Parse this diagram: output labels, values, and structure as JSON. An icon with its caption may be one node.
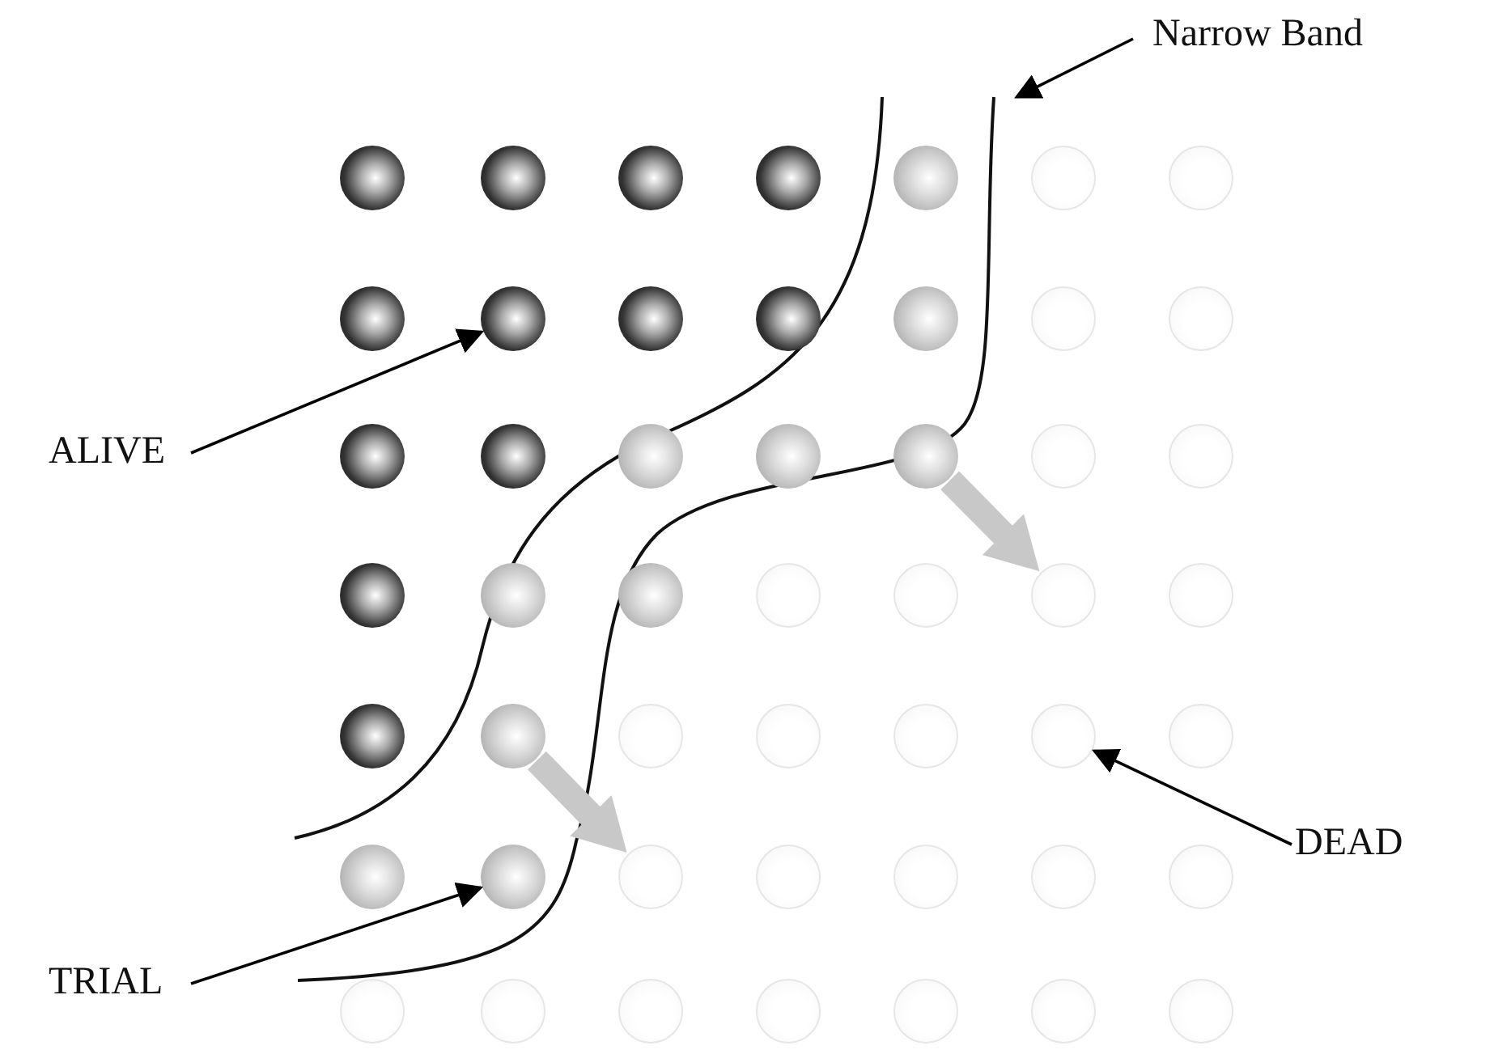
{
  "diagram": {
    "nodes": [
      {
        "text": [
          "Narrow Band"
        ]
      },
      {
        "text": [],
        "shape": "circle"
      },
      {
        "text": [],
        "shape": "circle"
      },
      {
        "text": [],
        "shape": "circle"
      },
      {
        "text": [],
        "shape": "circle"
      },
      {
        "text": [],
        "shape": "circle"
      },
      {
        "text": [],
        "shape": "circle"
      },
      {
        "text": [],
        "shape": "circle"
      },
      {
        "text": [],
        "shape": "circle"
      },
      {
        "text": [],
        "shape": "circle"
      },
      {
        "text": [],
        "shape": "circle"
      },
      {
        "text": [],
        "shape": "circle"
      },
      {
        "text": [],
        "shape": "circle"
      },
      {
        "text": [],
        "shape": "circle"
      },
      {
        "text": [],
        "shape": "circle"
      },
      {
        "text": [],
        "shape": "circle"
      },
      {
        "text": [],
        "shape": "circle"
      },
      {
        "text": [],
        "shape": "circle"
      },
      {
        "text": [],
        "shape": "circle"
      },
      {
        "text": [],
        "shape": "circle"
      },
      {
        "text": [],
        "shape": "circle"
      },
      {
        "text": [],
        "shape": "circle"
      },
      {
        "text": [],
        "shape": "circle"
      },
      {
        "text": [],
        "shape": "circle"
      },
      {
        "text": [],
        "shape": "circle"
      },
      {
        "text": [],
        "shape": "circle"
      },
      {
        "text": [],
        "shape": "circle"
      },
      {
        "text": [],
        "shape": "circle"
      },
      {
        "text": [],
        "shape": "circle"
      },
      {
        "text": [],
        "shape": "circle"
      },
      {
        "text": [],
        "shape": "circle"
      },
      {
        "text": [],
        "shape": "circle"
      },
      {
        "text": [],
        "shape": "circle"
      },
      {
        "text": [],
        "shape": "circle"
      },
      {
        "text": [],
        "shape": "circle"
      },
      {
        "text": [],
        "shape": "circle"
      },
      {
        "text": [],
        "shape": "circle"
      },
      {
        "text": [],
        "shape": "circle"
      },
      {
        "text": [],
        "shape": "circle"
      },
      {
        "text": [],
        "shape": "circle"
      },
      {
        "text": [],
        "shape": "circle"
      },
      {
        "text": [],
        "shape": "circle"
      },
      {
        "text": [],
        "shape": "circle"
      },
      {
        "text": [],
        "shape": "circle"
      },
      {
        "text": [],
        "shape": "circle"
      },
      {
        "text": [],
        "shape": "circle"
      },
      {
        "text": [],
        "shape": "circle"
      },
      {
        "text": [],
        "shape": "circle"
      },
      {
        "text": [],
        "shape": "circle"
      },
      {
        "text": [],
        "shape": "circle"
      },
      {
        "text": [
          "ALIVE"
        ]
      },
      {
        "text": [
          "DEAD"
        ]
      },
      {
        "text": [
          "TRIAL"
        ]
      }
    ],
    "edges": [
      {
        "from": 0,
        "to": null,
        "arrow": "to"
      },
      {
        "from": 50,
        "to": 9,
        "arrow": "to"
      },
      {
        "from": 51,
        "to": 34,
        "arrow": "to"
      },
      {
        "from": 52,
        "to": 37,
        "arrow": "to"
      },
      {
        "from": 19,
        "to": 27,
        "arrow": "to",
        "style": "thick",
        "color": "#c8c8c8"
      },
      {
        "from": 30,
        "to": 38,
        "arrow": "to",
        "style": "thick",
        "color": "#c8c8c8"
      }
    ]
  }
}
